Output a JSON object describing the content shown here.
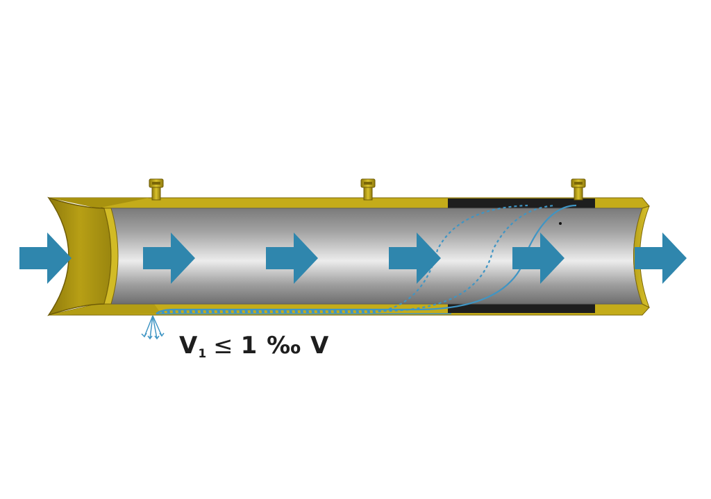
{
  "diagram": {
    "formula": {
      "var": "V",
      "sub": "1",
      "relation": "≤",
      "rhs": "1 ‰ V"
    },
    "colors": {
      "flow_arrow": "#2f86ad",
      "shell": "#c9b11d",
      "shell_dark": "#8f7a0c",
      "inner_pipe": "#b4b4b4",
      "leak_line": "#3f95c4",
      "seal_band": "#1e1e1e"
    },
    "icons": {
      "flow": "right-arrow",
      "valve": "vent-valve"
    }
  }
}
